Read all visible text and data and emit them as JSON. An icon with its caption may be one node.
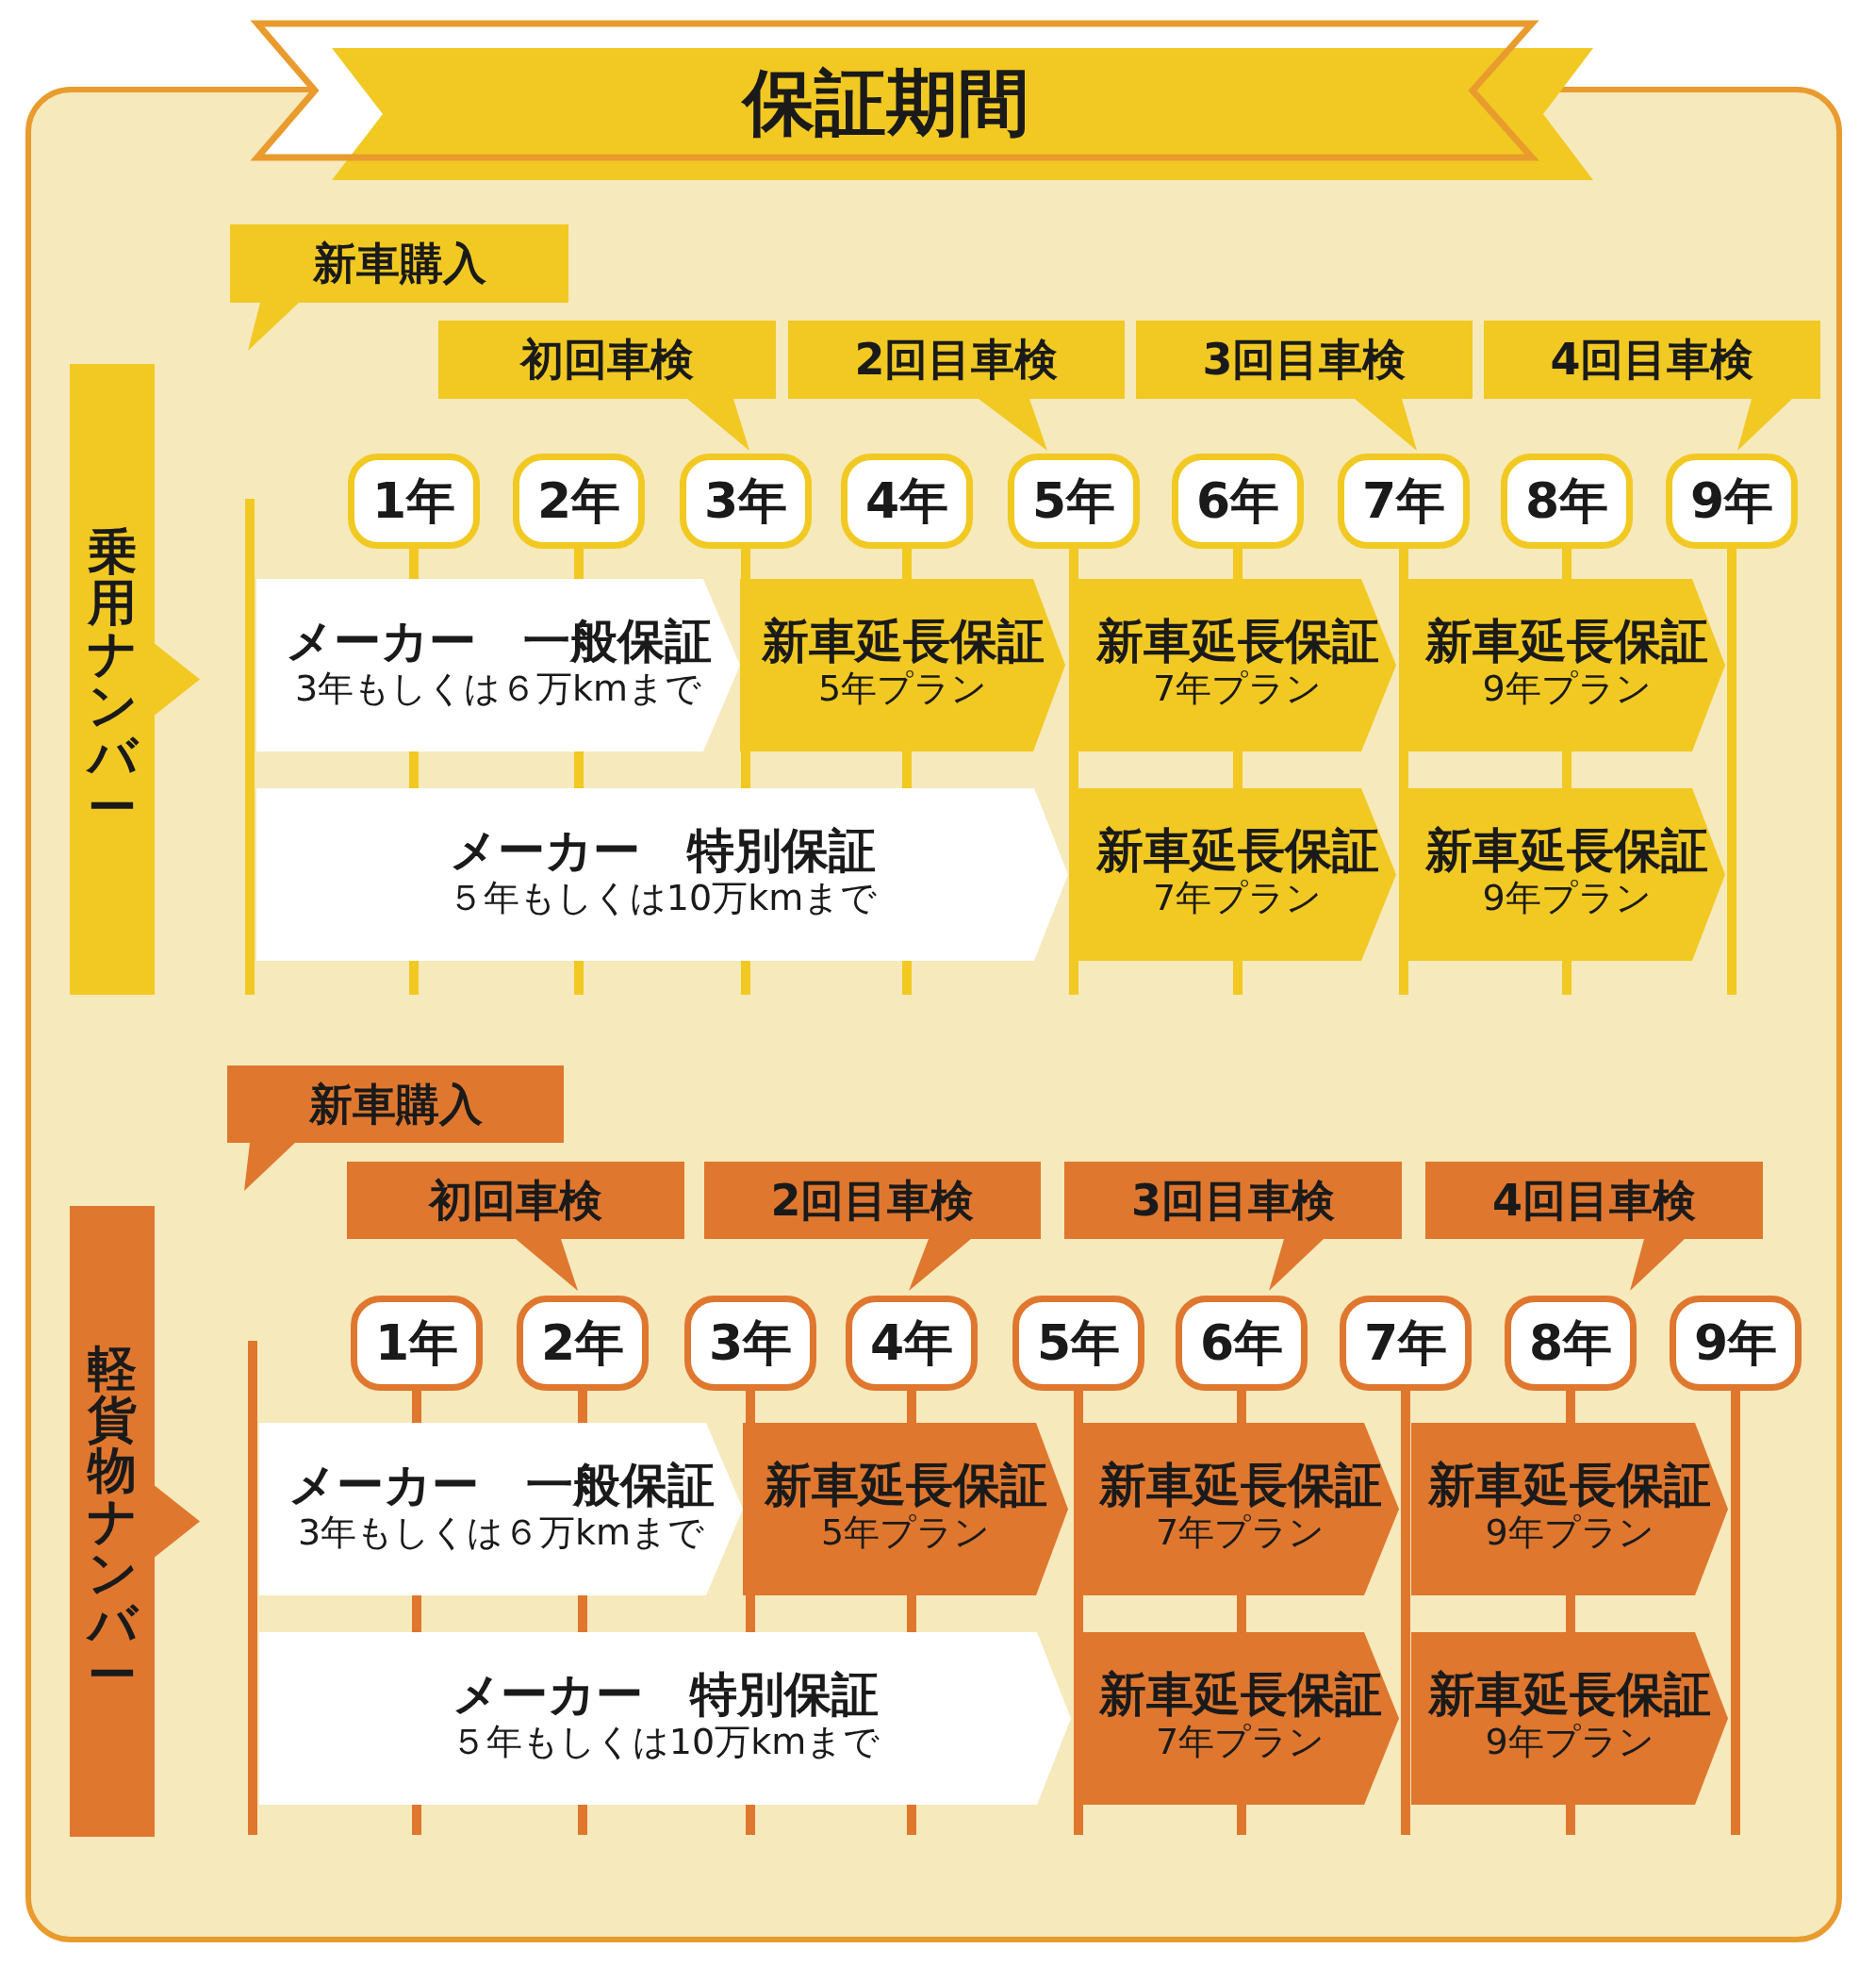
{
  "diagram": {
    "title": "保証期間",
    "nodes": [
      {
        "text": [
          "乗用ナンバー"
        ]
      },
      {
        "text": [
          "新車購入"
        ]
      },
      {
        "text": [
          "初回車検"
        ]
      },
      {
        "text": [
          "2回目車検"
        ]
      },
      {
        "text": [
          "3回目車検"
        ]
      },
      {
        "text": [
          "4回目車検"
        ]
      },
      {
        "text": [
          "1年"
        ]
      },
      {
        "text": [
          "2年"
        ]
      },
      {
        "text": [
          "3年"
        ]
      },
      {
        "text": [
          "4年"
        ]
      },
      {
        "text": [
          "5年"
        ]
      },
      {
        "text": [
          "6年"
        ]
      },
      {
        "text": [
          "7年"
        ]
      },
      {
        "text": [
          "8年"
        ]
      },
      {
        "text": [
          "9年"
        ]
      },
      {
        "text": [
          "メーカー　一般保証",
          "3年もしくは６万kmまで"
        ]
      },
      {
        "text": [
          "新車延長保証",
          "5年プラン"
        ]
      },
      {
        "text": [
          "新車延長保証",
          "7年プラン"
        ]
      },
      {
        "text": [
          "新車延長保証",
          "9年プラン"
        ]
      },
      {
        "text": [
          "メーカー　特別保証",
          "５年もしくは10万kmまで"
        ]
      },
      {
        "text": [
          "新車延長保証",
          "7年プラン"
        ]
      },
      {
        "text": [
          "新車延長保証",
          "9年プラン"
        ]
      },
      {
        "text": [
          "軽貨物ナンバー"
        ]
      },
      {
        "text": [
          "新車購入"
        ]
      },
      {
        "text": [
          "初回車検"
        ]
      },
      {
        "text": [
          "2回目車検"
        ]
      },
      {
        "text": [
          "3回目車検"
        ]
      },
      {
        "text": [
          "4回目車検"
        ]
      },
      {
        "text": [
          "1年"
        ]
      },
      {
        "text": [
          "2年"
        ]
      },
      {
        "text": [
          "3年"
        ]
      },
      {
        "text": [
          "4年"
        ]
      },
      {
        "text": [
          "5年"
        ]
      },
      {
        "text": [
          "6年"
        ]
      },
      {
        "text": [
          "7年"
        ]
      },
      {
        "text": [
          "8年"
        ]
      },
      {
        "text": [
          "9年"
        ]
      },
      {
        "text": [
          "メーカー　一般保証",
          "3年もしくは６万kmまで"
        ]
      },
      {
        "text": [
          "新車延長保証",
          "5年プラン"
        ]
      },
      {
        "text": [
          "新車延長保証",
          "7年プラン"
        ]
      },
      {
        "text": [
          "新車延長保証",
          "9年プラン"
        ]
      },
      {
        "text": [
          "メーカー　特別保証",
          "５年もしくは10万kmまで"
        ]
      },
      {
        "text": [
          "新車延長保証",
          "7年プラン"
        ]
      },
      {
        "text": [
          "新車延長保証",
          "9年プラン"
        ]
      }
    ]
  }
}
